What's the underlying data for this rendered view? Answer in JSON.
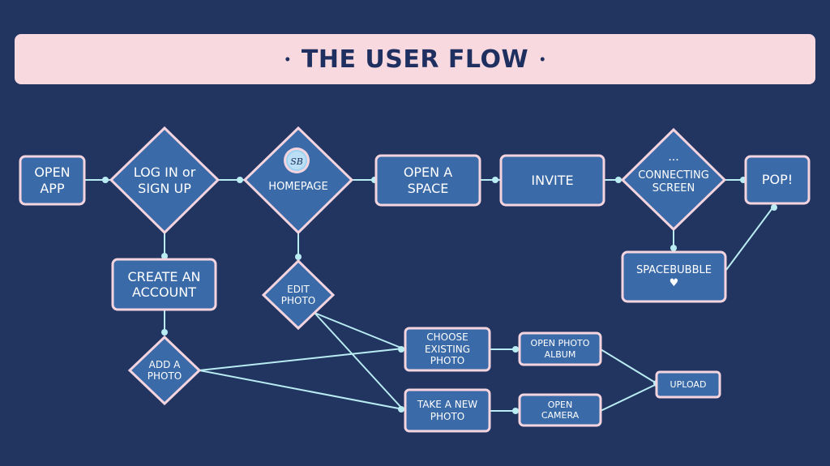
{
  "title": {
    "text": "THE USER FLOW",
    "bullet": "•"
  },
  "colors": {
    "background": "#223560",
    "title_bar": "#f9d9e0",
    "node_fill": "#3a6aa8",
    "node_border": "#f4d4de",
    "connector": "#b9ecf3",
    "title_text": "#1f3060"
  },
  "nodes": {
    "open_app": "OPEN\nAPP",
    "log_in": "LOG IN or\nSIGN UP",
    "homepage": "HOMEPAGE",
    "homepage_logo": "SB",
    "open_space": "OPEN A\nSPACE",
    "invite": "INVITE",
    "connecting_dots": "...",
    "connecting": "CONNECTING\nSCREEN",
    "pop": "POP!",
    "spacebubble": "SPACEBUBBLE\n♥",
    "create_account": "CREATE AN\nACCOUNT",
    "edit_photo": "EDIT\nPHOTO",
    "add_photo": "ADD A\nPHOTO",
    "choose_existing": "CHOOSE\nEXISTING\nPHOTO",
    "take_new": "TAKE A NEW\nPHOTO",
    "open_album": "OPEN PHOTO\nALBUM",
    "open_camera": "OPEN\nCAMERA",
    "upload": "UPLOAD"
  }
}
